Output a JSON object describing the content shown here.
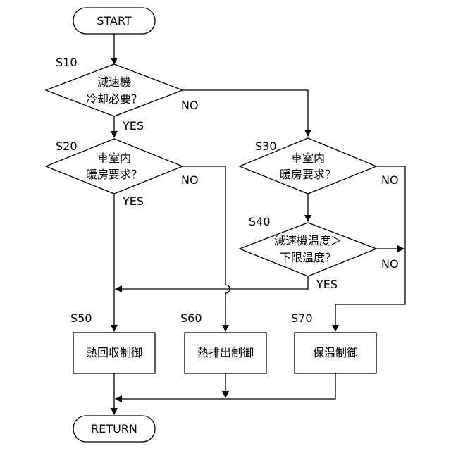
{
  "flowchart": {
    "start": "START",
    "end": "RETURN",
    "steps": {
      "s10": {
        "id": "S10",
        "line1": "減速機",
        "line2": "冷却必要？"
      },
      "s20": {
        "id": "S20",
        "line1": "車室内",
        "line2": "暖房要求？"
      },
      "s30": {
        "id": "S30",
        "line1": "車室内",
        "line2": "暖房要求？"
      },
      "s40": {
        "id": "S40",
        "line1": "減速機温度＞",
        "line2": "下限温度？"
      },
      "s50": {
        "id": "S50",
        "label": "熱回収制御"
      },
      "s60": {
        "id": "S60",
        "label": "熱排出制御"
      },
      "s70": {
        "id": "S70",
        "label": "保温制御"
      }
    },
    "branch": {
      "yes": "YES",
      "no": "NO"
    }
  }
}
